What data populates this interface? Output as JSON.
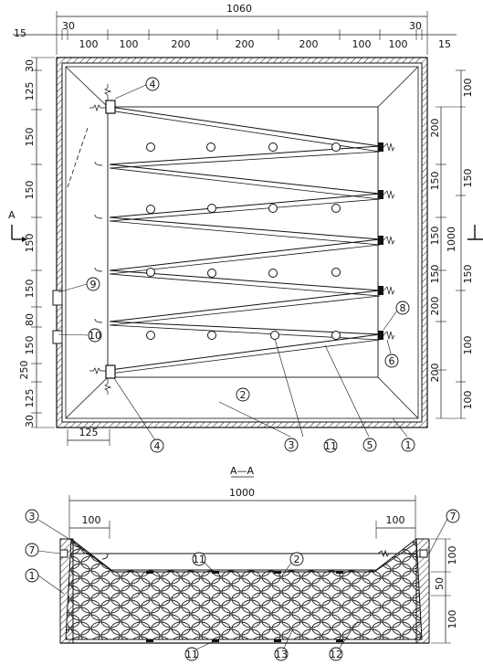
{
  "plan": {
    "top_total": "1060",
    "top_segments": [
      "15",
      "30",
      "100",
      "100",
      "200",
      "200",
      "200",
      "100",
      "100",
      "30",
      "15"
    ],
    "left_segments": [
      "30",
      "125",
      "150",
      "150",
      "150",
      "150",
      "80",
      "150",
      "250",
      "125",
      "30"
    ],
    "bottom_dim": "125",
    "right_inner": [
      "200",
      "150",
      "150",
      "150",
      "200",
      "200"
    ],
    "right_outer": [
      "100",
      "150",
      "1000",
      "150",
      "100",
      "100"
    ],
    "section_marker": "A",
    "callouts": [
      "4",
      "9",
      "10",
      "4",
      "8",
      "6",
      "2",
      "3",
      "11",
      "5",
      "1"
    ]
  },
  "section": {
    "title": "A—A",
    "span": "1000",
    "left_dim": "100",
    "right_dim": "100",
    "right_dims": [
      "100",
      "50",
      "100"
    ],
    "callouts": [
      "3",
      "7",
      "1",
      "11",
      "2",
      "7",
      "11",
      "13",
      "12"
    ]
  }
}
